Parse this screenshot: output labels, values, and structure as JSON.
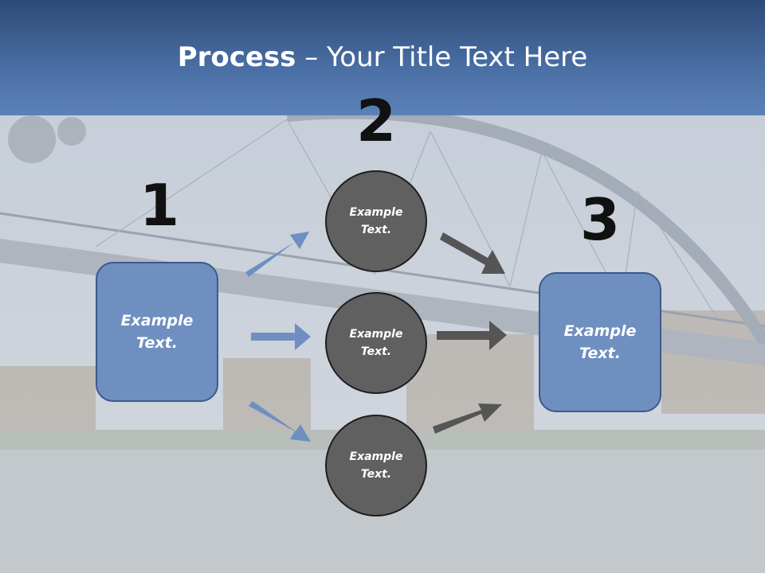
{
  "slide": {
    "title_bold": "Process",
    "title_rest": " – Your Title Text Here",
    "colors": {
      "header": "#4a6fa5",
      "box_fill": "#6e8fc0",
      "circle_fill": "#606060",
      "arrow_blue": "#6e8fc0",
      "arrow_gray": "#555555"
    }
  },
  "steps": {
    "n1": "1",
    "n2": "2",
    "n3": "3"
  },
  "nodes": {
    "left_box": "Example\nText.",
    "right_box": "Example\nText.",
    "circle_top": "Example\nText.",
    "circle_mid": "Example\nText.",
    "circle_bottom": "Example\nText."
  }
}
